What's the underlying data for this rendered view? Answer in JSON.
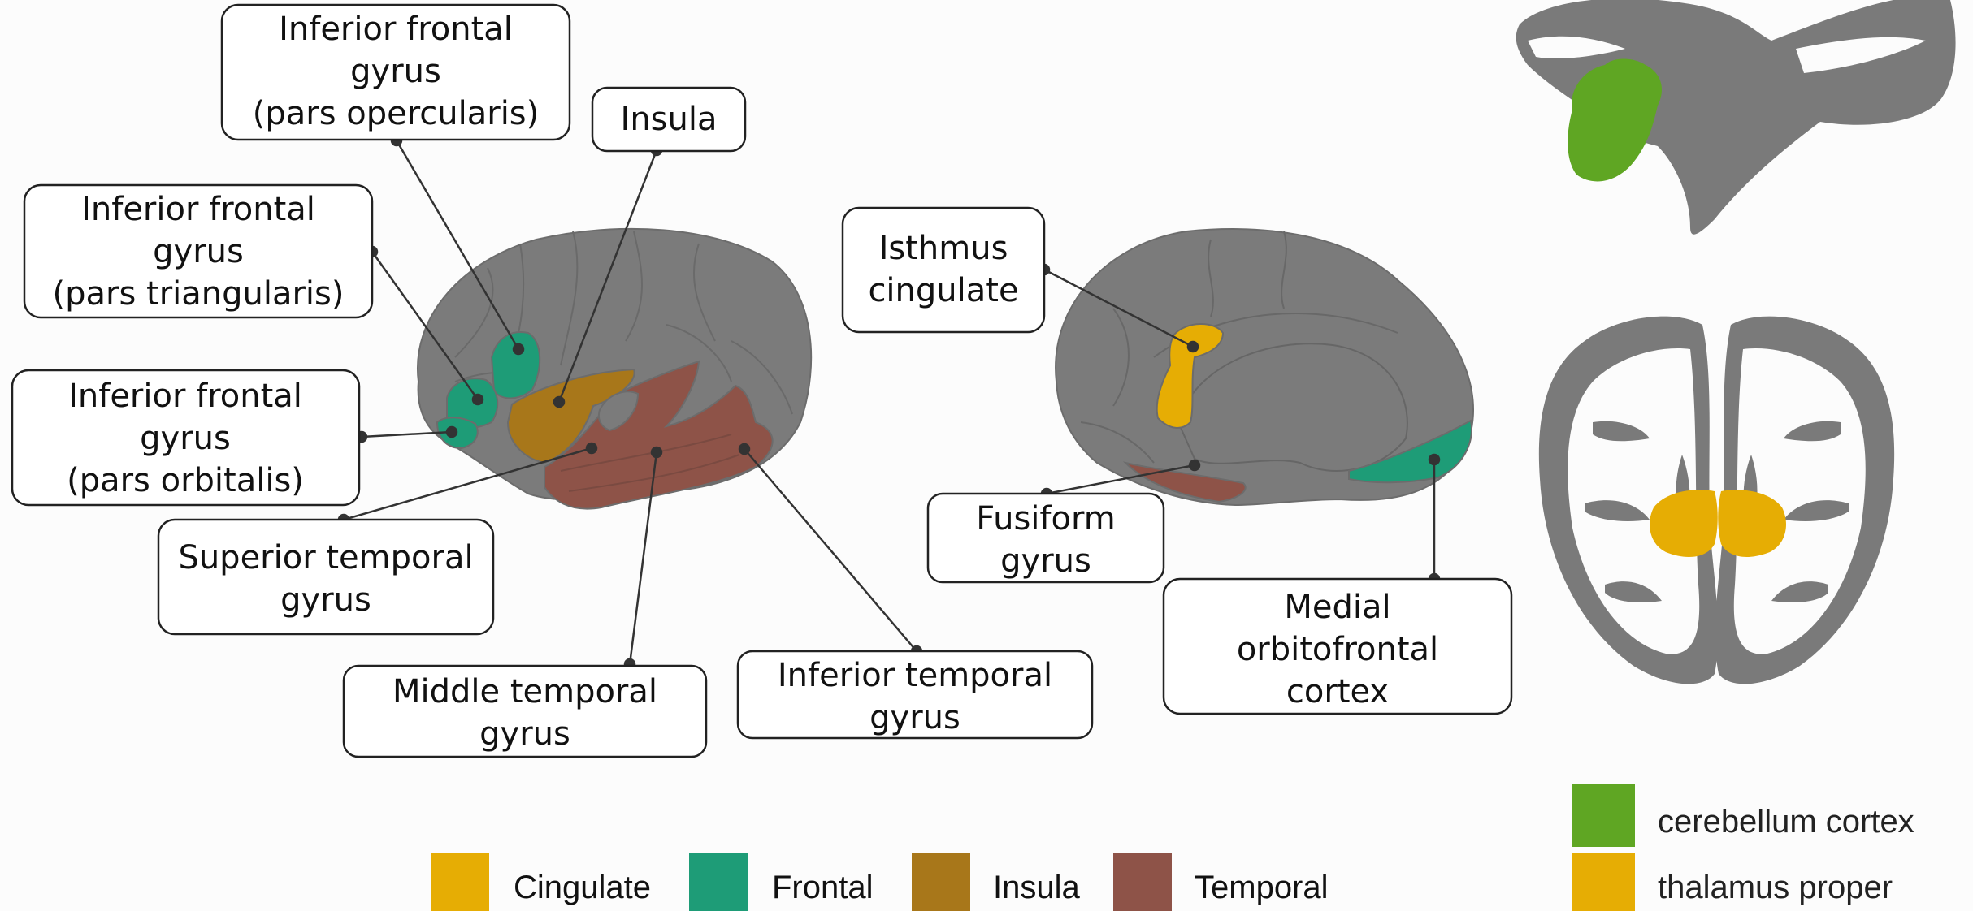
{
  "colors": {
    "cortex_gray": "#7b7b7b",
    "cortex_outline": "#6c6c6c",
    "cingulate": "#e6ad04",
    "frontal": "#1e9c77",
    "insula": "#a8771a",
    "temporal": "#8e5348",
    "cerebellum": "#5fa623",
    "thalamus": "#e6ad04",
    "slice_gray": "#7a7a7a",
    "label_border": "#222222",
    "leader_line": "#333333"
  },
  "lateral_labels": {
    "ifg_opercularis": [
      "Inferior frontal",
      "gyrus",
      "(pars opercularis)"
    ],
    "insula": [
      "Insula"
    ],
    "ifg_triangularis": [
      "Inferior frontal",
      "gyrus",
      "(pars triangularis)"
    ],
    "ifg_orbitalis": [
      "Inferior frontal",
      "gyrus",
      "(pars orbitalis)"
    ],
    "superior_temporal": [
      "Superior temporal",
      "gyrus"
    ],
    "middle_temporal": [
      "Middle temporal",
      "gyrus"
    ],
    "inferior_temporal": [
      "Inferior temporal",
      "gyrus"
    ]
  },
  "medial_labels": {
    "isthmus_cingulate": [
      "Isthmus",
      "cingulate"
    ],
    "fusiform": [
      "Fusiform",
      "gyrus"
    ],
    "medial_orbitofrontal": [
      "Medial",
      "orbitofrontal",
      "cortex"
    ]
  },
  "cortex_legend": [
    {
      "label": "Cingulate",
      "color": "#e6ad04"
    },
    {
      "label": "Frontal",
      "color": "#1e9c77"
    },
    {
      "label": "Insula",
      "color": "#a8771a"
    },
    {
      "label": "Temporal",
      "color": "#8e5348"
    }
  ],
  "subcortical_legend": [
    {
      "label": "cerebellum cortex",
      "color": "#5fa623"
    },
    {
      "label": "thalamus proper",
      "color": "#e6ad04"
    }
  ]
}
